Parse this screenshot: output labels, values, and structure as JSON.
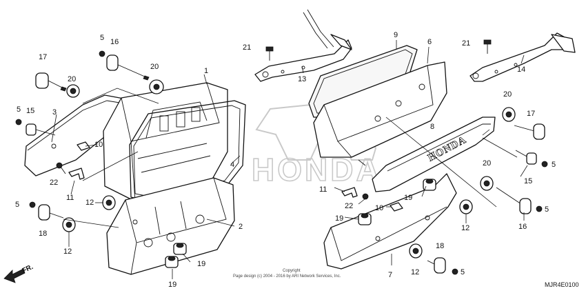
{
  "diagram": {
    "labels": {
      "p1": "1",
      "p2": "2",
      "p3": "3",
      "p4": "4",
      "p5a": "5",
      "p5b": "5",
      "p5c": "5",
      "p5d": "5",
      "p5e": "5",
      "p5f": "5",
      "p6": "6",
      "p7": "7",
      "p8": "8",
      "p9": "9",
      "p10a": "10",
      "p10b": "10",
      "p11a": "11",
      "p11b": "11",
      "p12a": "12",
      "p12b": "12",
      "p12c": "12",
      "p12d": "12",
      "p13": "13",
      "p14": "14",
      "p15a": "15",
      "p15b": "15",
      "p16a": "16",
      "p16b": "16",
      "p17a": "17",
      "p17b": "17",
      "p18a": "18",
      "p18b": "18",
      "p19a": "19",
      "p19b": "19",
      "p19c": "19",
      "p19d": "19",
      "p20a": "20",
      "p20b": "20",
      "p20c": "20",
      "p20d": "20",
      "p21a": "21",
      "p21b": "21",
      "p22a": "22",
      "p22b": "22"
    },
    "watermark_text": "HONDA",
    "emblem_text": "HONDA",
    "copyright_line1": "Copyright",
    "copyright_line2": "Page design (c) 2004 - 2016 by ARI Network Services, Inc.",
    "diagram_code": "MJR4E0100",
    "direction_label": "FR."
  }
}
